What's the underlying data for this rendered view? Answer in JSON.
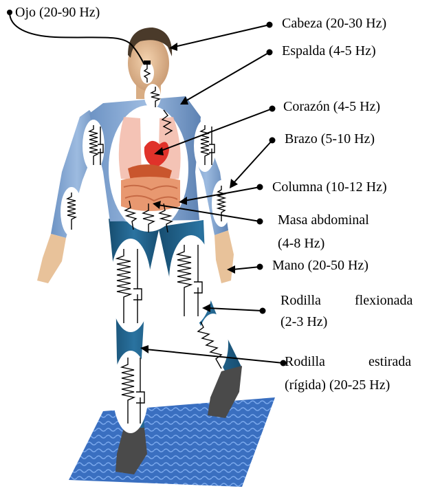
{
  "labels": {
    "ojo": "Ojo (20-90 Hz)",
    "cabeza": "Cabeza (20-30 Hz)",
    "espalda": "Espalda (4-5 Hz)",
    "corazon": "Corazón (4-5 Hz)",
    "brazo": "Brazo (5-10 Hz)",
    "columna": "Columna (10-12 Hz)",
    "masa_abdominal_line1": "Masa abdominal",
    "masa_abdominal_line2": "(4-8 Hz)",
    "mano": "Mano (20-50 Hz)",
    "rodilla_flexionada_word1": "Rodilla",
    "rodilla_flexionada_word2": "flexionada",
    "rodilla_flexionada_line2": "(2-3 Hz)",
    "rodilla_estirada_word1": "Rodilla",
    "rodilla_estirada_word2": "estirada",
    "rodilla_estirada_line2": "(rígida) (20-25 Hz)"
  },
  "colors": {
    "skin": "#e8c29a",
    "hair": "#4a3a2a",
    "shirt": "#7fa3cf",
    "shirt_dark": "#5a7fae",
    "pants": "#1f5e86",
    "shoe": "#4a4a4a",
    "floor": "#3a6fc0",
    "floor_wave": "#6fa0e6",
    "organ_heart": "#e0322a",
    "organ_lung": "#f2b8a8",
    "organ_intestine": "#e89870",
    "spring_window": "#ffffff",
    "line": "#000000"
  }
}
